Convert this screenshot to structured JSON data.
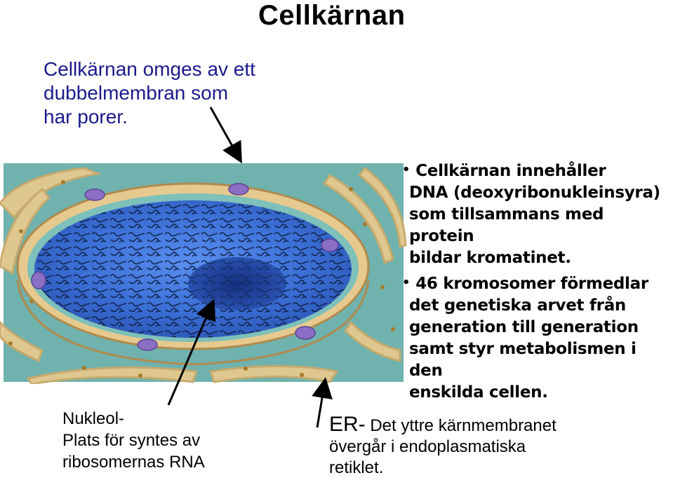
{
  "title": "Cellkärnan",
  "intro": {
    "line1": "Cellkärnan omges av ett",
    "line2": "dubbelmembran som",
    "line3": "har porer."
  },
  "bullets": [
    {
      "lines": [
        "Cellkärnan innehåller",
        "DNA (deoxyribonukleinsyra)",
        "som tillsammans med protein",
        "bildar kromatinet."
      ]
    },
    {
      "lines": [
        "46 kromosomer förmedlar",
        "det genetiska arvet från",
        "generation till generation",
        "samt styr metabolismen i den",
        "enskilda cellen."
      ]
    }
  ],
  "nucleolus": {
    "line1": "Nukleol-",
    "line2": "Plats för syntes av",
    "line3": "ribosomernas RNA"
  },
  "er": {
    "head": "ER-",
    "line1_rest": " Det yttre kärnmembranet",
    "line2": "övergår i endoplasmatiska",
    "line3": "retiklet."
  },
  "colors": {
    "nucleoplasm": "#3b6fd6",
    "chromatin": "#0b1a3a",
    "nucleolus": "#1e3fa8",
    "membrane_tan": "#e6c98f",
    "er_teal": "#5fa8a6",
    "pore_purple": "#8a6fc4",
    "intro_text": "#1a1a8c"
  }
}
